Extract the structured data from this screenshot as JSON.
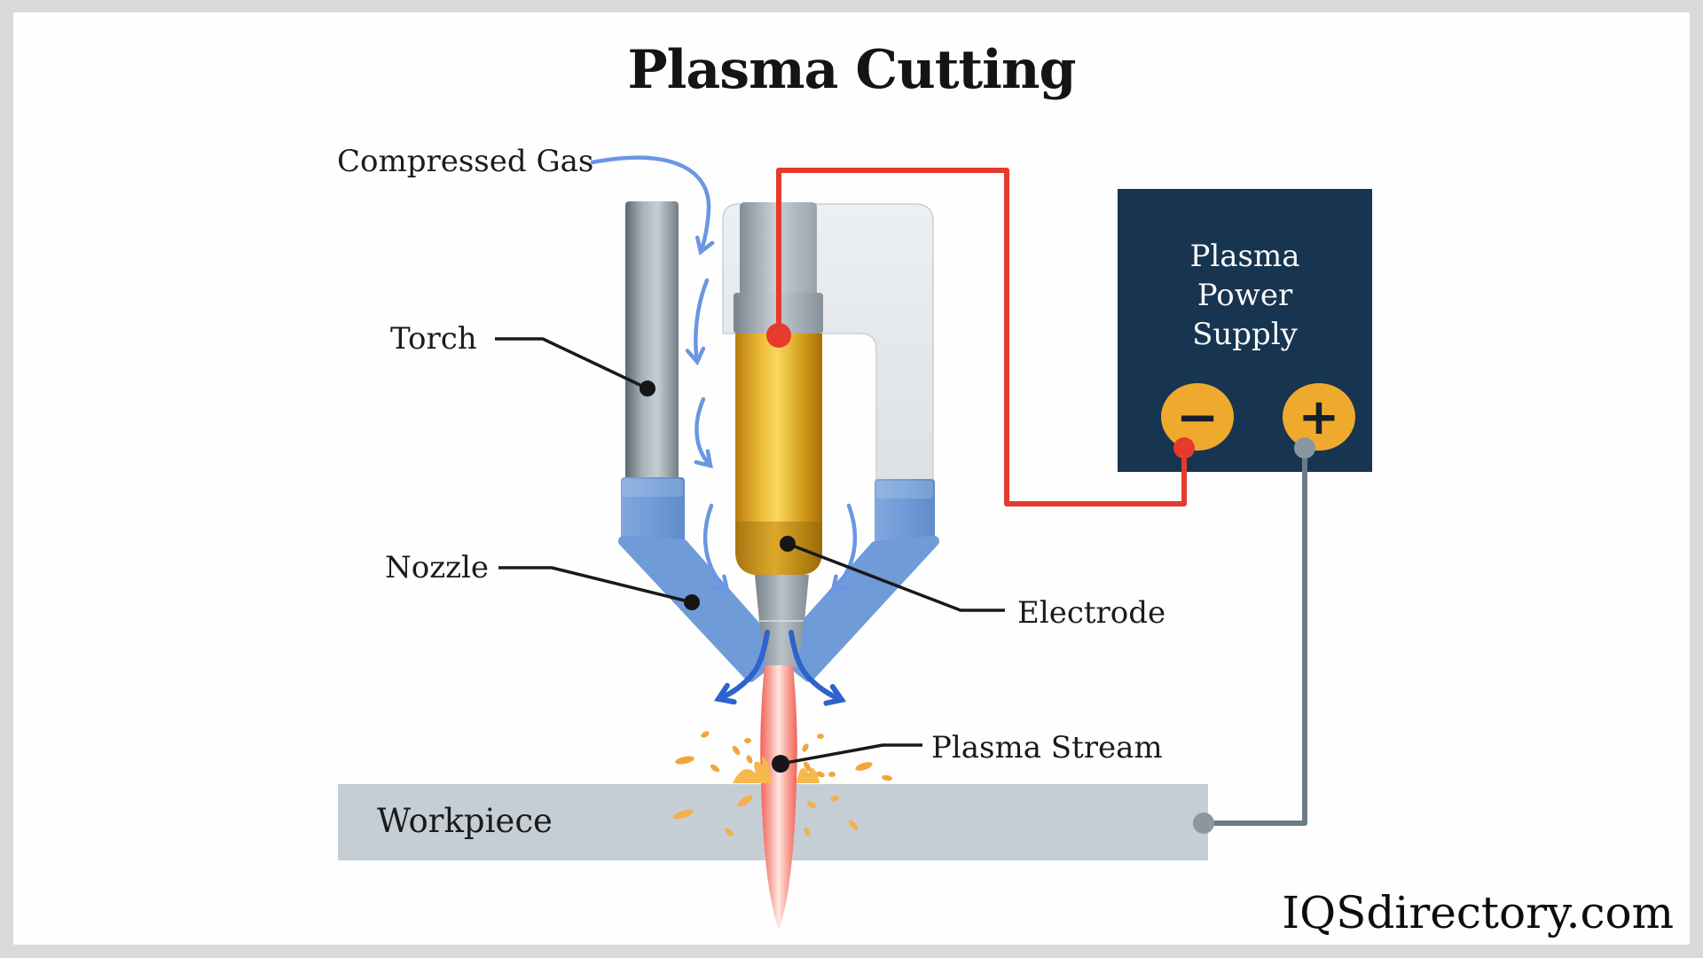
{
  "title": "Plasma Cutting",
  "watermark": "IQSdirectory.com",
  "labels": {
    "compressed_gas": "Compressed Gas",
    "torch": "Torch",
    "nozzle": "Nozzle",
    "electrode": "Electrode",
    "plasma_stream": "Plasma Stream",
    "workpiece": "Workpiece"
  },
  "power_supply": {
    "name": "Plasma Power Supply",
    "negative_terminal": "−",
    "positive_terminal": "+"
  },
  "colors": {
    "power_supply_box": "#173450",
    "terminal_yellow": "#efaa2e",
    "electrode_wire_red": "#e63a2c",
    "ground_wire_gray": "#6b7b88",
    "gas_arrow_blue": "#6a96e2",
    "exit_arrow_blue": "#2e62cc",
    "nozzle_blue": "#6f9bd8",
    "electrode_gold": "#e8b62c",
    "workpiece_gray": "#c5ced4",
    "flame_red": "#f4564a",
    "spark_orange": "#f2a53d",
    "frame_border": "#d9d9d9"
  }
}
